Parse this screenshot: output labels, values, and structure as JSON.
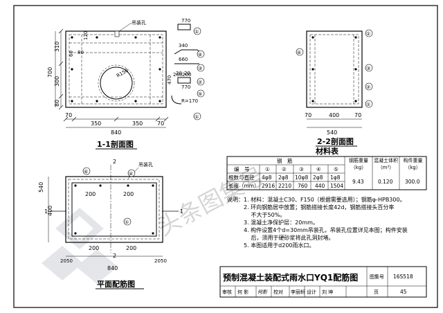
{
  "views": {
    "section11": {
      "title": "1-1剖面图",
      "lifting_hole": "吊装孔",
      "dims_bottom": [
        "70",
        "350",
        "350",
        "70"
      ],
      "dim_total": "840",
      "dims_left": [
        "310",
        "300",
        "80"
      ],
      "dim_left_total": "700",
      "inner_dims": [
        "120",
        "80",
        "R150",
        "60"
      ],
      "side_dims": [
        "470",
        "200",
        "200"
      ],
      "radius_label": "R=170"
    },
    "section22": {
      "title": "2-2剖面图",
      "dims_bottom": [
        "70",
        "400",
        "70"
      ],
      "dim_total": "540"
    },
    "plan": {
      "title": "平面配筋图",
      "lifting_hole": "吊装孔",
      "section_mark_1": "1",
      "section_mark_2": "2",
      "dims_top": [
        "200",
        "200"
      ],
      "dims_bottom": [
        "200",
        "200"
      ],
      "dims_bottom2": [
        "20",
        "50",
        "20",
        "50"
      ],
      "dim_total": "840",
      "dims_left": [
        "540",
        "400",
        "20",
        "50"
      ]
    },
    "bars": {
      "b1": "①",
      "b2": "②",
      "b3": "③",
      "b4": "④",
      "b5": "⑤",
      "len_770a": "770",
      "len_340": "340",
      "len_660": "660",
      "len_770b": "770",
      "len_20a": "20",
      "len_20b": "20",
      "len_470": "470"
    }
  },
  "material_table": {
    "title": "材料表",
    "group_header": "钢　筋",
    "row_labels": [
      "编　号",
      "根数与直径",
      "长度（mm）"
    ],
    "bar_numbers": [
      "①",
      "②",
      "③",
      "④",
      "⑤"
    ],
    "counts": [
      "4φ8",
      "2φ8",
      "10φ8",
      "2φ8",
      "1φ8"
    ],
    "lengths": [
      "2916",
      "2210",
      "760",
      "440",
      "1504"
    ],
    "col_steel": "钢筋重量（kg）",
    "col_concrete": "混凝土体积（m³）",
    "col_weight": "构件重量（kg）",
    "steel_value": "9.43",
    "concrete_value": "0.120",
    "weight_value": "300.0"
  },
  "notes": [
    "说明：1. 材料：混凝土C30、F150（根据需要选用）；钢筋φ-HPB300。",
    "　　　2. 环向钢筋居中放置；钢筋搭接长度42d，钢筋搭接头百分率",
    "　　　　 不大于50%。",
    "　　　3. 混凝土净保护层：20mm。",
    "　　　4. 构件设置4个d=30mm吊装孔，吊装孔位置详见本图；构件安装",
    "　　　　 后，须用于硬砂浆将此孔洞封堵。",
    "　　　5. 本图适用于d200雨水口。"
  ],
  "title_block": {
    "title": "预制混凝土装配式雨水口YQ1配筋图",
    "atlas_label": "图集号",
    "atlas_no": "16S518",
    "review_label": "审核",
    "reviewer": "何 影",
    "check_label": "校对",
    "checker": "李丽轩",
    "design_label": "设计",
    "designer": "刘 坤",
    "page_label": "页",
    "page_no": "45"
  },
  "watermark": "头条图集号"
}
